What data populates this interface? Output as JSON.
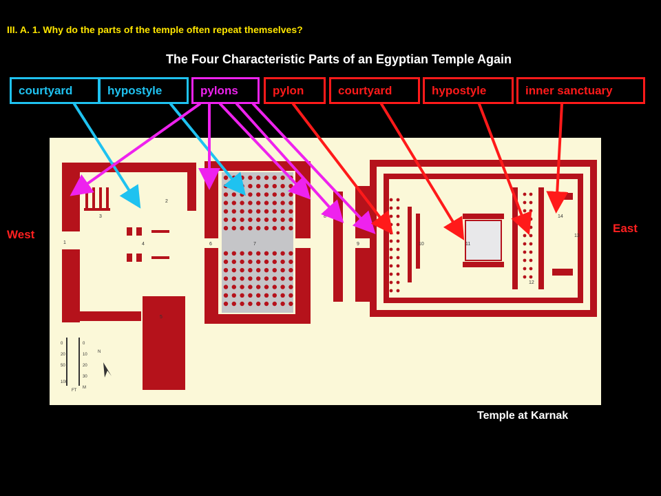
{
  "header": "III. A. 1.  Why do the parts of the temple often repeat themselves?",
  "title": "The Four Characteristic Parts of an Egyptian Temple Again",
  "labels": [
    {
      "text": "courtyard",
      "color": "#1fc2f0"
    },
    {
      "text": "hypostyle",
      "color": "#1fc2f0"
    },
    {
      "text": "pylons",
      "color": "#ee22ee"
    },
    {
      "text": "pylon",
      "color": "#ff1a1a"
    },
    {
      "text": "courtyard",
      "color": "#ff1a1a"
    },
    {
      "text": "hypostyle",
      "color": "#ff1a1a"
    },
    {
      "text": "inner sanctuary",
      "color": "#ff1a1a"
    }
  ],
  "west_label": "West",
  "east_label": "East",
  "caption": "Temple at Karnak",
  "plan_room_numbers": [
    "1",
    "2",
    "3",
    "4",
    "5",
    "6",
    "7",
    "8",
    "9",
    "10",
    "11",
    "12",
    "13",
    "14"
  ],
  "scale_numbers": [
    "0",
    "20",
    "50",
    "100",
    "0",
    "10",
    "20",
    "30",
    "M",
    "FT",
    "N"
  ],
  "colors": {
    "wall": "#b5121b",
    "floor": "#fbf8d8",
    "pavement": "#c5c5c8"
  }
}
